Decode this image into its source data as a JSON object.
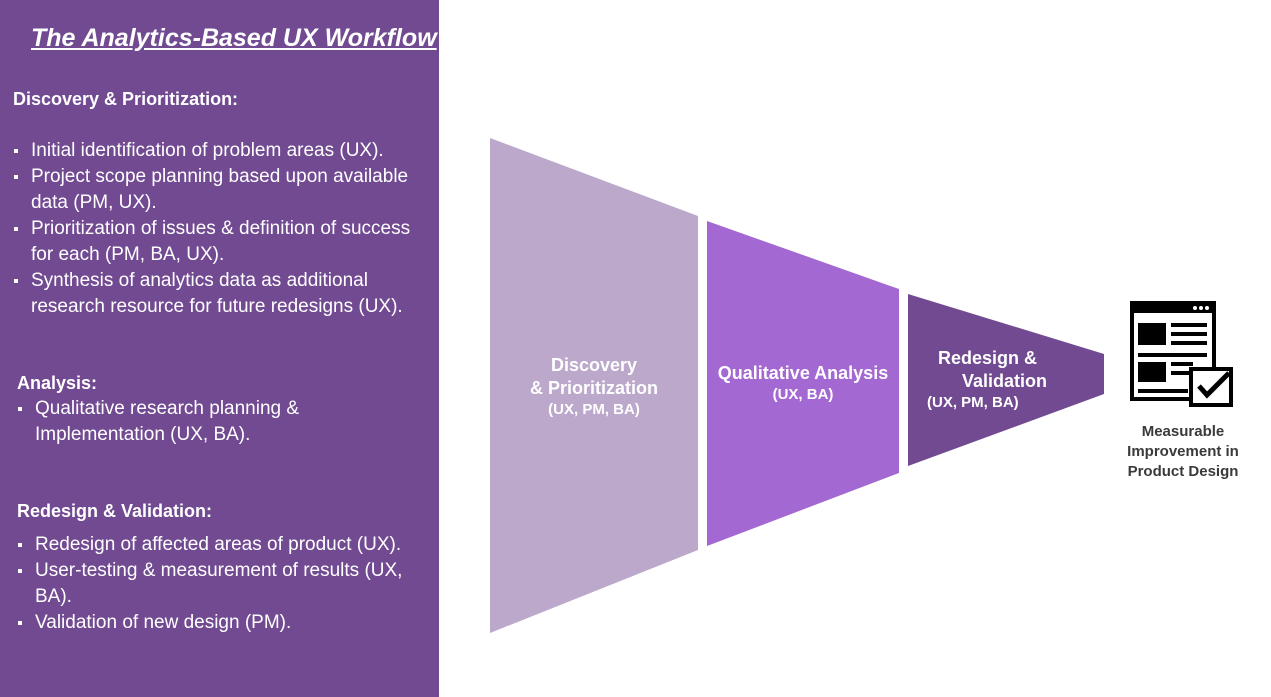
{
  "sidebar": {
    "title": "The Analytics-Based UX Workflow",
    "sections": [
      {
        "heading": "Discovery & Prioritization:",
        "items": [
          "Initial identification of problem areas (UX).",
          "Project scope planning based upon available data (PM, UX).",
          "Prioritization of issues & definition of success for each (PM, BA, UX).",
          "Synthesis of analytics data as additional research resource for future redesigns (UX)."
        ]
      },
      {
        "heading": "Analysis:",
        "items": [
          "Qualitative research planning & Implementation (UX, BA)."
        ]
      },
      {
        "heading": "Redesign & Validation:",
        "items": [
          "Redesign of affected areas of product (UX).",
          "User-testing & measurement of results (UX, BA).",
          "Validation of new design (PM)."
        ]
      }
    ]
  },
  "funnel": {
    "stages": [
      {
        "title_line1": "Discovery",
        "title_line2": "& Prioritization",
        "roles": "(UX, PM, BA)",
        "color": "#bba8cb"
      },
      {
        "title_line1": "Qualitative Analysis",
        "roles": "(UX, BA)",
        "color": "#a468d2"
      },
      {
        "title_line1": "Redesign &",
        "title_line2": "Validation",
        "roles": "(UX, PM, BA)",
        "color": "#714a91"
      }
    ]
  },
  "outcome": {
    "icon": "document-check-icon",
    "label_lines": [
      "Measurable",
      "Improvement in",
      "Product Design"
    ]
  }
}
